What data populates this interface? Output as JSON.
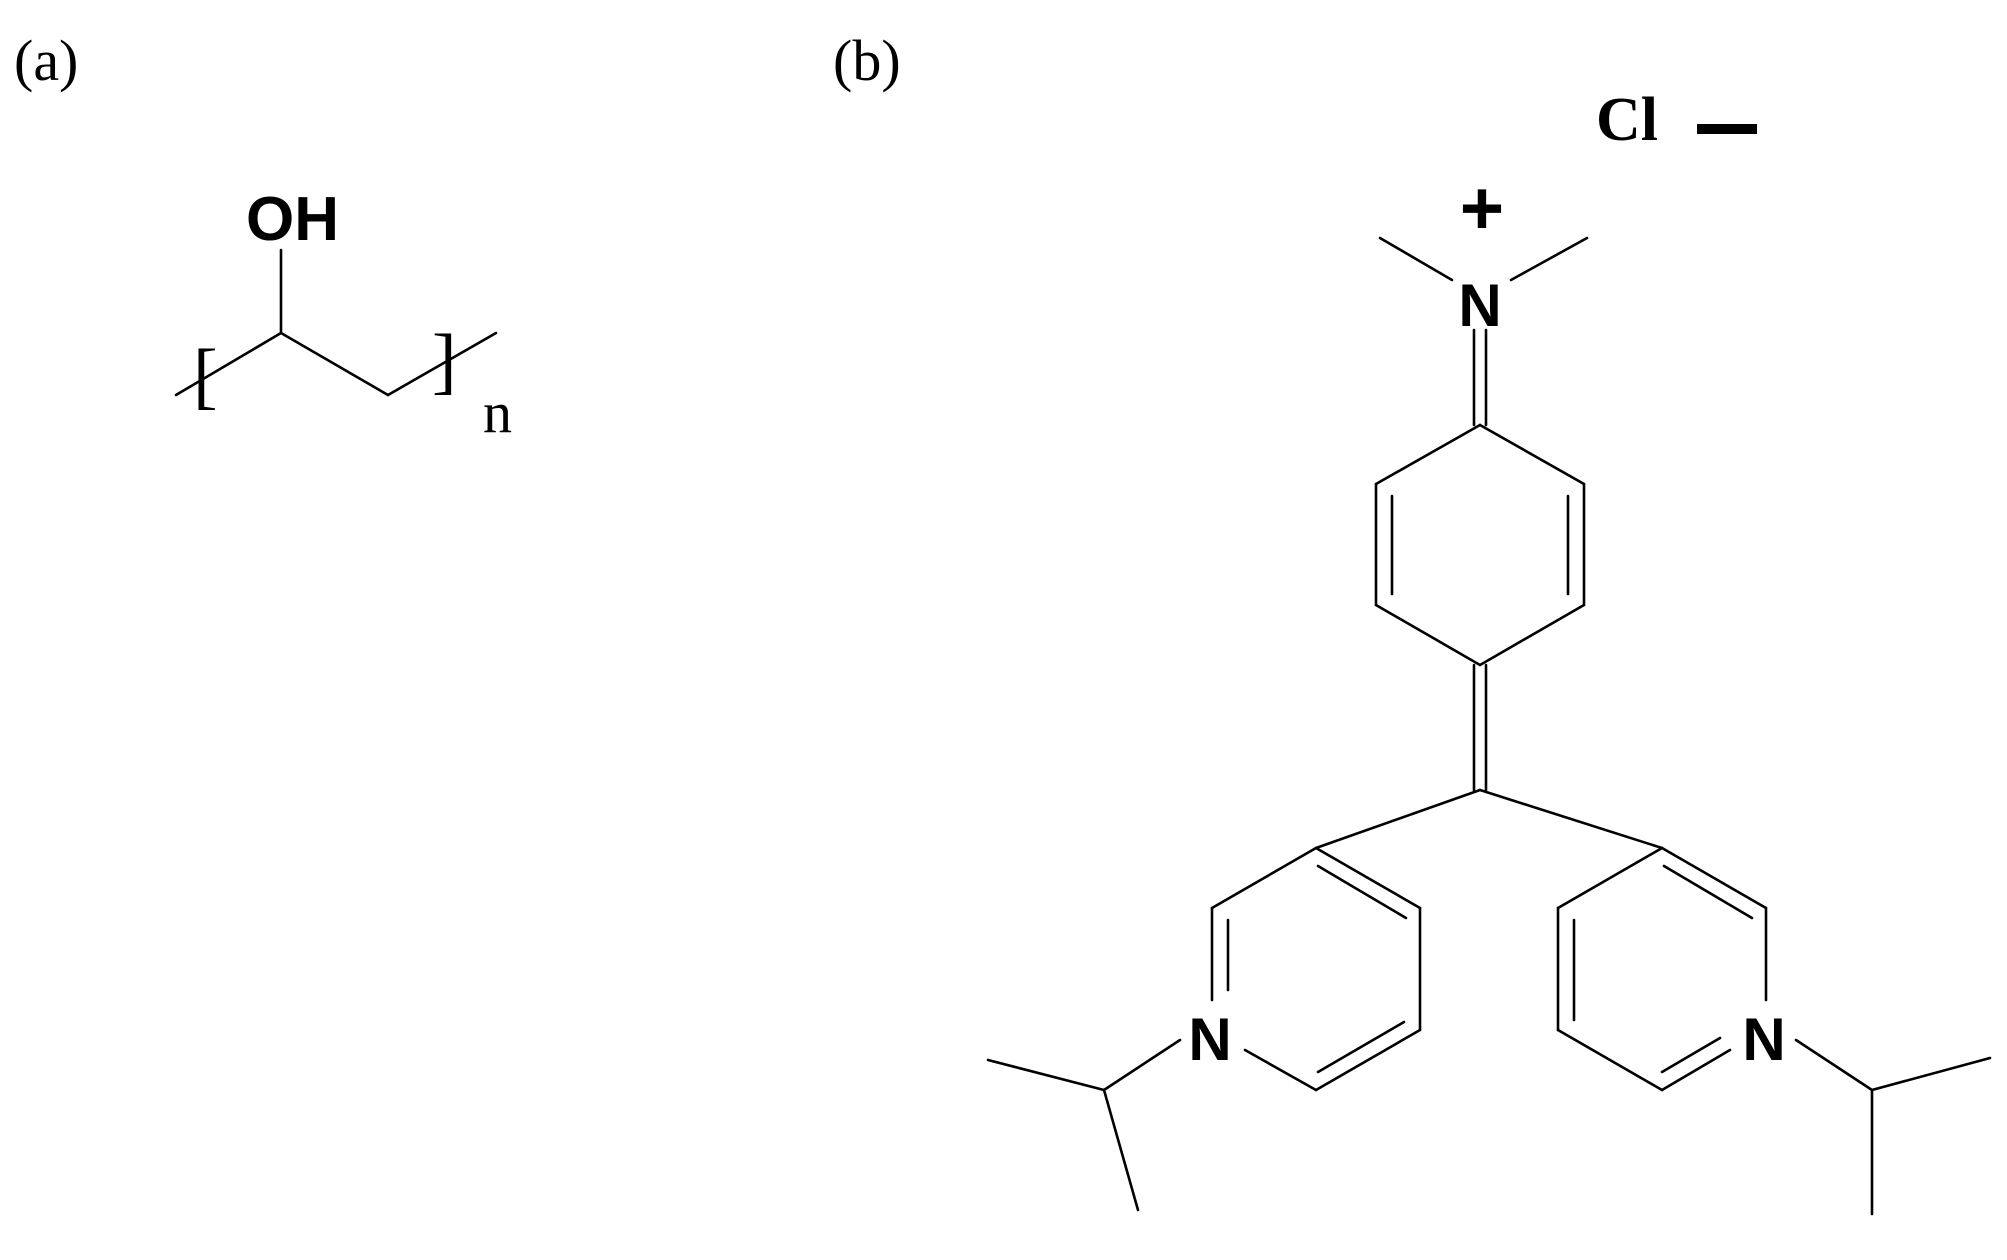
{
  "panels": {
    "a": {
      "label": "(a)",
      "hydroxyl": "OH",
      "bracket_open": "[",
      "bracket_close": "]",
      "repeat_subscript": "n"
    },
    "b": {
      "label": "(b)",
      "counterion": "Cl",
      "counterion_charge_glyph": "minus",
      "iminium_charge": "+",
      "iminium_nitrogen": "N",
      "pyridinium_left_nitrogen": "N",
      "pyridinium_right_nitrogen": "N"
    }
  },
  "colors": {
    "ink": "#000000",
    "background": "#ffffff"
  }
}
